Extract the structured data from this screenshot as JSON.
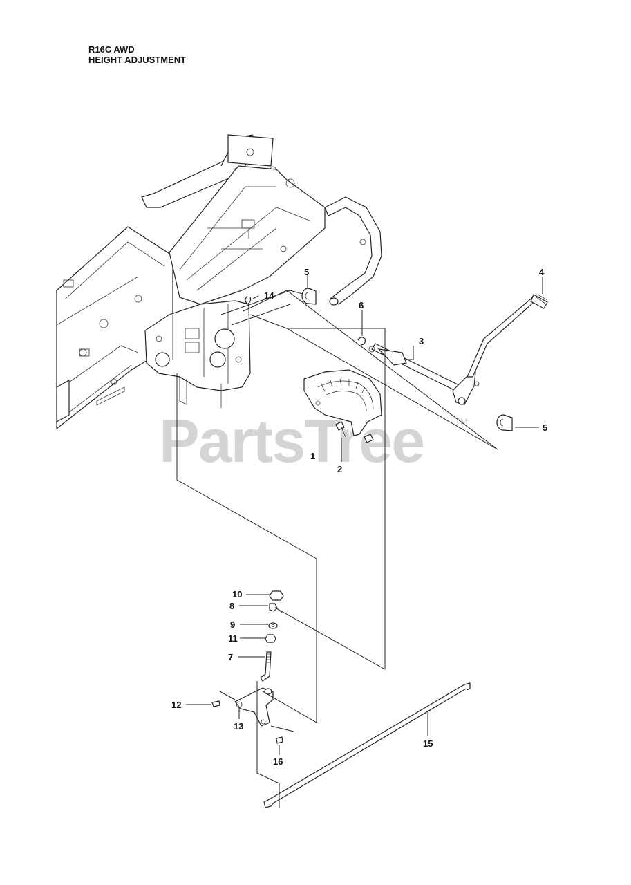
{
  "header": {
    "model": "R16C AWD",
    "section": "HEIGHT ADJUSTMENT"
  },
  "watermark": {
    "text": "PartsTree",
    "trademark": "TM"
  },
  "callouts": {
    "c1": "1",
    "c2": "2",
    "c3": "3",
    "c4": "4",
    "c5a": "5",
    "c5b": "5",
    "c6": "6",
    "c7": "7",
    "c8": "8",
    "c9": "9",
    "c10": "10",
    "c11": "11",
    "c12": "12",
    "c13": "13",
    "c14": "14",
    "c15": "15",
    "c16": "16"
  }
}
